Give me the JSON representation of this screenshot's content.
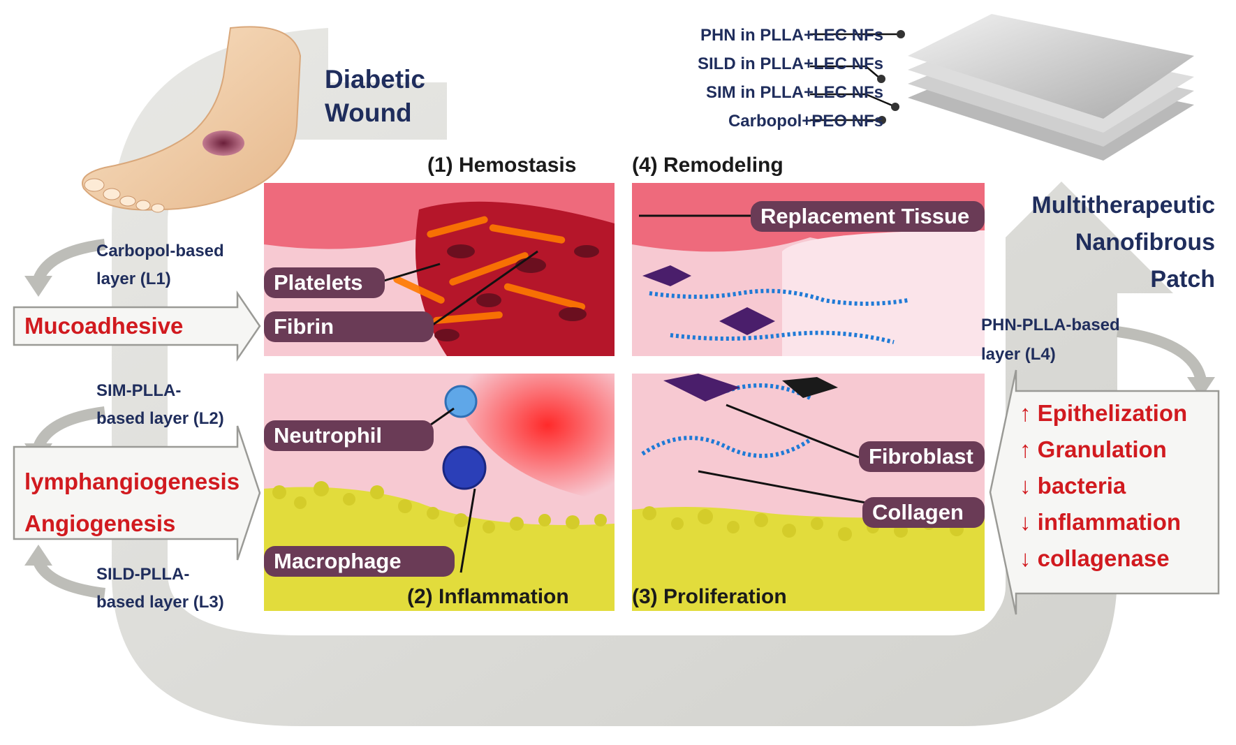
{
  "header": {
    "line1": "Diabetic",
    "line2": "Wound"
  },
  "patch": {
    "title_line1": "Multitherapeutic",
    "title_line2": "Nanofibrous",
    "title_line3": "Patch",
    "layers": [
      "PHN in PLLA+LEC NFs",
      "SILD in PLLA+LEC NFs",
      "SIM in PLLA+LEC NFs",
      "Carbopol+PEO NFs"
    ]
  },
  "phases": {
    "hemostasis": "(1) Hemostasis",
    "inflammation": "(2) Inflammation",
    "proliferation": "(3) Proliferation",
    "remodeling": "(4) Remodeling"
  },
  "cells": {
    "platelets": "Platelets",
    "fibrin": "Fibrin",
    "neutrophil": "Neutrophil",
    "macrophage": "Macrophage",
    "fibroblast": "Fibroblast",
    "collagen": "Collagen",
    "replacement_tissue": "Replacement Tissue"
  },
  "layers_left": {
    "l1_line1": "Carbopol-based",
    "l1_line2": "layer (L1)",
    "l1_effect": "Mucoadhesive",
    "l2_line1": "SIM-PLLA-",
    "l2_line2": "based layer (L2)",
    "l2_effect1": "lymphangiogenesis",
    "l2_effect2": "Angiogenesis",
    "l3_line1": "SILD-PLLA-",
    "l3_line2": "based layer (L3)"
  },
  "layer_right": {
    "l4_line1": "PHN-PLLA-based",
    "l4_line2": "layer (L4)",
    "effects": [
      "↑ Epithelization",
      "↑ Granulation",
      "↓ bacteria",
      "↓ inflammation",
      "↓ collagenase"
    ]
  },
  "colors": {
    "navy": "#1f2d5c",
    "red": "#d11a1f",
    "pill": "#6a3b56",
    "arrow_gray": "#d2d2ce",
    "tissue_pink": "#f7c9d2",
    "fat_yellow": "#e2dc3c"
  }
}
